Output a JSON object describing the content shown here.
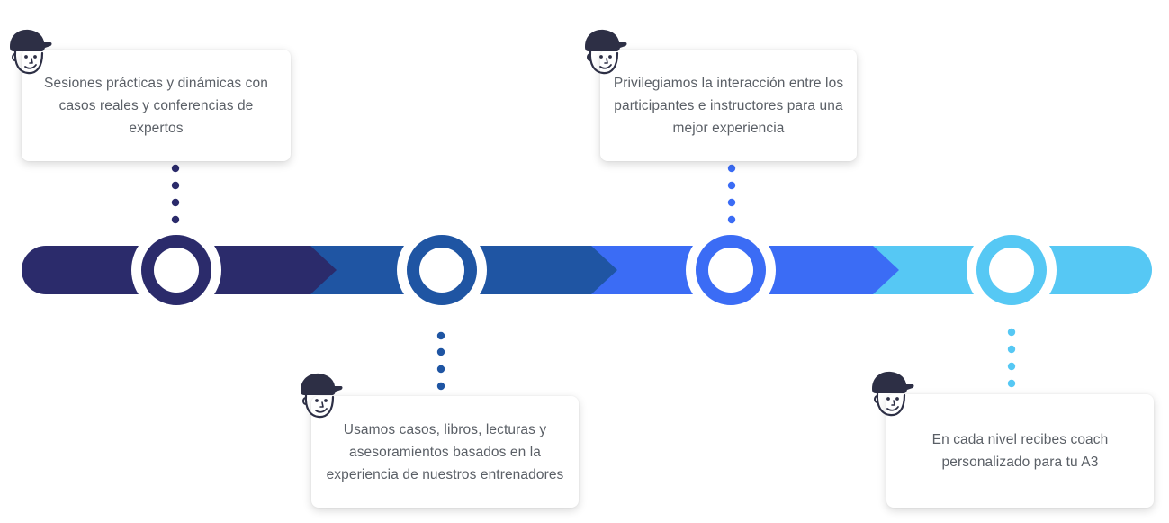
{
  "colors": {
    "stage1": "#2b2b6b",
    "stage2": "#1f55a3",
    "stage3": "#3b6cf5",
    "stage4": "#56c8f4",
    "text": "#5a5f66",
    "face_ink": "#2d2f45"
  },
  "icons": {
    "mascot": "cap-face-icon"
  },
  "steps": [
    {
      "text": "Sesiones prácticas y dinámicas con casos reales y conferencias de expertos"
    },
    {
      "text": "Usamos casos, libros, lecturas y asesoramientos basados en la experiencia de nuestros entrenadores"
    },
    {
      "text": "Privilegiamos la interacción entre los participantes e instructores para una mejor experiencia"
    },
    {
      "text": "En cada nivel recibes coach personalizado para tu A3"
    }
  ]
}
